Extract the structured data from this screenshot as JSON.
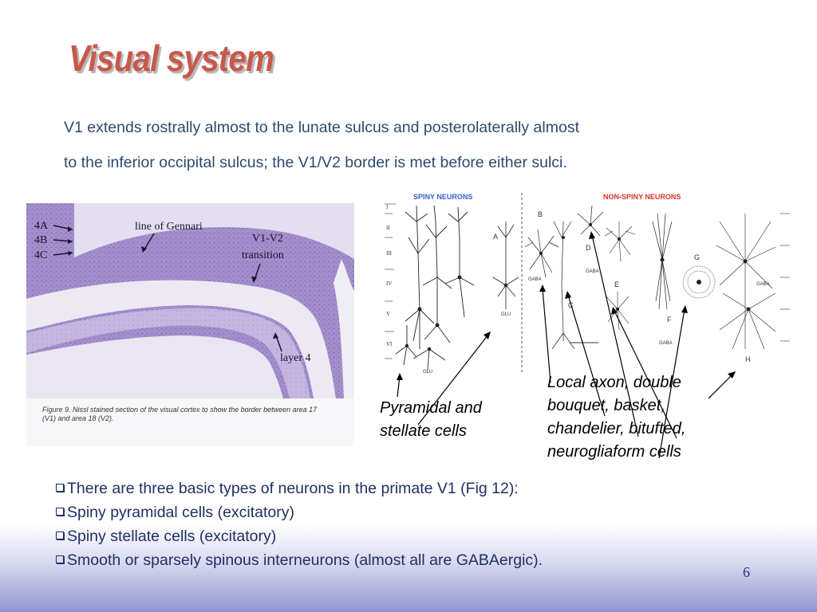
{
  "slide": {
    "title": "Visual system",
    "intro_lines": [
      "V1 extends rostrally almost to the lunate sulcus and posterolaterally almost",
      "to the inferior occipital sulcus; the V1/V2 border is met before either sulci."
    ],
    "page_number": "6"
  },
  "left_figure": {
    "labels": {
      "layer_4a": "4A",
      "layer_4b": "4B",
      "layer_4c": "4C",
      "gennari": "line of Gennari",
      "v1v2_line1": "V1-V2",
      "v1v2_line2": "transition",
      "layer4": "layer 4"
    },
    "caption": "Figure 9. Nissl stained section of the visual cortex to show the border between area 17 (V1) and area 18 (V2)."
  },
  "right_figure": {
    "header_spiny": "SPINY NEURONS",
    "header_nonspiny": "NON-SPINY NEURONS",
    "letters": {
      "a": "A",
      "b": "B",
      "c": "C",
      "d": "D",
      "e": "E",
      "f": "F",
      "g": "G",
      "h": "H"
    },
    "tags": {
      "glu_left": "GLU",
      "glu_a": "GLU",
      "gaba_b": "GABA",
      "gaba_d": "GABA",
      "gaba_f": "GABA",
      "gaba_h": "GABA"
    },
    "layer_marks": [
      "I",
      "II",
      "III",
      "IV",
      "V",
      "VI"
    ],
    "colors": {
      "spiny_header": "#3a5fd0",
      "nonspiny_header": "#d8332c"
    }
  },
  "annotations": {
    "pyramidal": [
      "Pyramidal and",
      "stellate cells"
    ],
    "local": [
      "Local axon, double",
      "bouquet, basket,",
      "chandelier, bitufted,",
      "neurogliaform cells"
    ]
  },
  "bullets": [
    "There are three basic types of neurons in the primate V1 (Fig 12):",
    "Spiny pyramidal cells (excitatory)",
    "Spiny stellate cells (excitatory)",
    "Smooth or sparsely spinous interneurons (almost all are GABAergic)."
  ],
  "colors": {
    "title": "#c8594a",
    "intro_text": "#2c4a6e",
    "bullet_text": "#1f2f63",
    "nissl_purple": "#9a84c6"
  }
}
